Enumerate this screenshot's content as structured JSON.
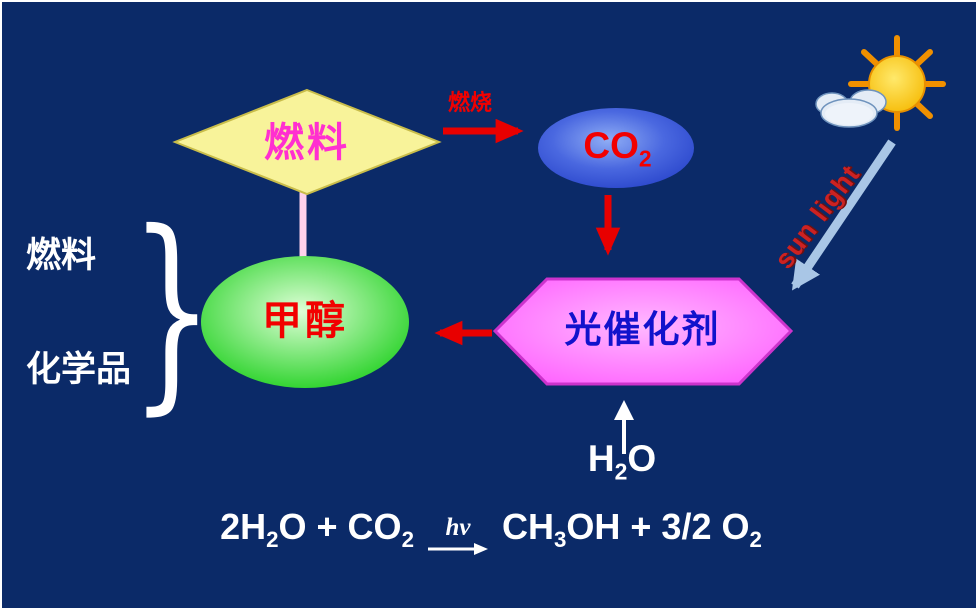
{
  "slide": {
    "background_color": "#0b2a68",
    "border_color": "#ffffff"
  },
  "nodes": {
    "fuel": {
      "label": "燃料",
      "fill": "#f8f39a",
      "stroke": "#c9bd4a",
      "text_color": "#ff2fd0",
      "shape": "diamond"
    },
    "co2": {
      "formula_main": "CO",
      "formula_sub": "2",
      "fill_center": "#8fadf5",
      "fill_edge": "#2b47cc",
      "text_color": "#f20000",
      "shape": "ellipse"
    },
    "photocatalyst": {
      "label": "光催化剂",
      "fill_center": "#ffb8ff",
      "fill_edge": "#ff55ff",
      "stroke": "#cc33cc",
      "text_color": "#1212cc",
      "shape": "hexagon"
    },
    "methanol": {
      "label": "甲醇",
      "fill_center": "#dfffd8",
      "fill_edge": "#10cc10",
      "text_color": "#f20000",
      "shape": "ellipse"
    }
  },
  "annotations": {
    "combustion_label": {
      "text": "燃烧",
      "color": "#f20000"
    },
    "sun_light_label": {
      "text": "sun light",
      "color": "#cc2222"
    },
    "side_fuel_label": "燃料",
    "side_chemicals_label": "化学品",
    "brace_glyph": "}",
    "h2o": {
      "p1": "H",
      "sub": "2",
      "p2": "O"
    }
  },
  "equation": {
    "lhs_p1": "2H",
    "lhs_s1": "2",
    "lhs_p2": "O + CO",
    "lhs_s2": "2",
    "over_arrow_label": "hν",
    "rhs_p1": "CH",
    "rhs_s1": "3",
    "rhs_p2": "OH + 3/2 O",
    "rhs_s2": "2"
  },
  "icons": {
    "sun_cloud": "sun-behind-cloud-icon"
  },
  "arrows": {
    "red": "#e80000",
    "white": "#ffffff",
    "sunlight": "#a9c6e6",
    "connector_pink": "#ffd2ec"
  }
}
